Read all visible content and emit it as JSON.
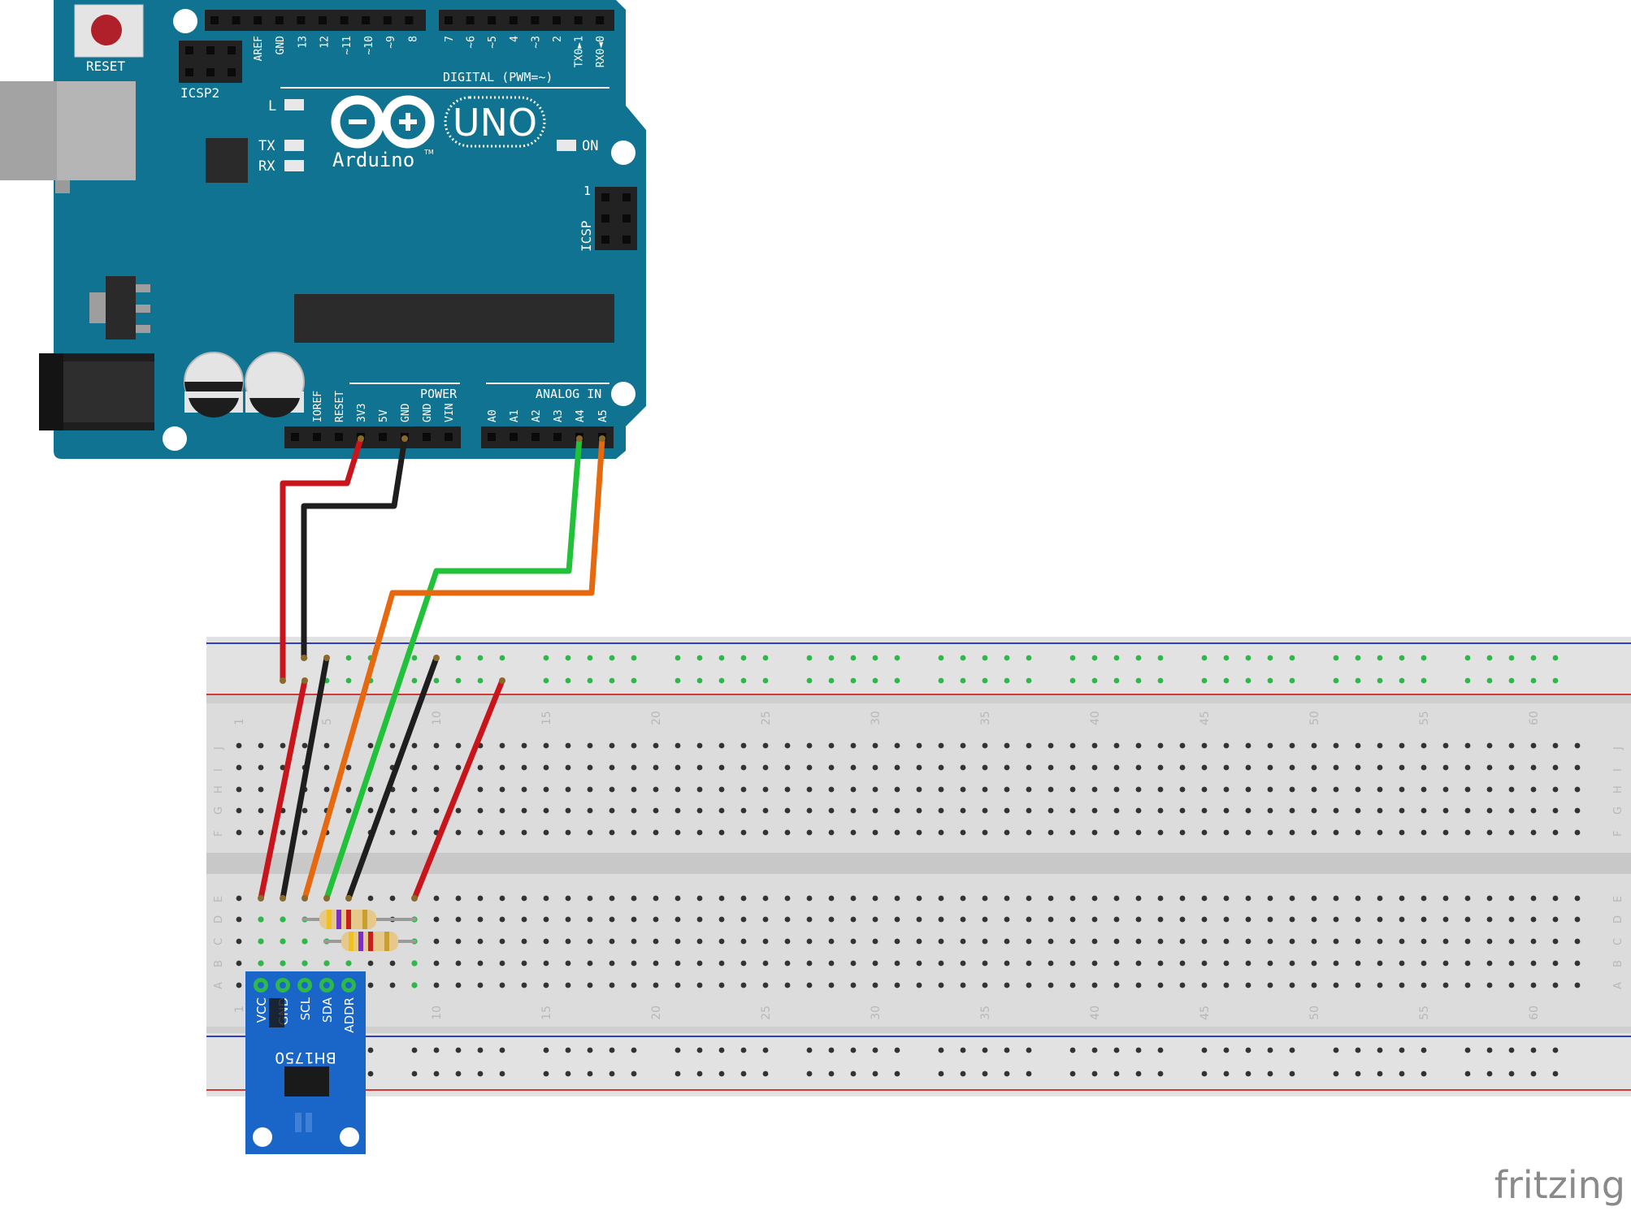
{
  "arduino": {
    "reset_label": "RESET",
    "icsp2_label": "ICSP2",
    "icsp_label": "ICSP",
    "icsp_pin1": "1",
    "digital_label": "DIGITAL (PWM=~)",
    "digital_pins": [
      "AREF",
      "GND",
      "13",
      "12",
      "~11",
      "~10",
      "~9",
      "8",
      "7",
      "~6",
      "~5",
      "4",
      "~3",
      "2",
      "TX0►1",
      "RX0◄0"
    ],
    "brand": "Arduino",
    "tm": "TM",
    "model": "UNO",
    "led_l": "L",
    "led_tx": "TX",
    "led_rx": "RX",
    "led_on": "ON",
    "power_label": "POWER",
    "power_pins": [
      "IOREF",
      "RESET",
      "3V3",
      "5V",
      "GND",
      "GND",
      "VIN"
    ],
    "analog_label": "ANALOG IN",
    "analog_pins": [
      "A0",
      "A1",
      "A2",
      "A3",
      "A4",
      "A5"
    ]
  },
  "breadboard": {
    "column_numbers": [
      "1",
      "5",
      "10",
      "15",
      "20",
      "25",
      "30",
      "35",
      "40",
      "45",
      "50",
      "55",
      "60"
    ],
    "top_rows": [
      "J",
      "I",
      "H",
      "G",
      "F"
    ],
    "bottom_rows": [
      "E",
      "D",
      "C",
      "B",
      "A"
    ]
  },
  "sensor": {
    "name": "BH1750",
    "pins": [
      "VCC",
      "GND",
      "SCL",
      "SDA",
      "ADDR"
    ]
  },
  "watermark": "fritzing",
  "colors": {
    "board": "#0f7391",
    "wire_red": "#c8141a",
    "wire_black": "#1e1e1e",
    "wire_green": "#21c23a",
    "wire_orange": "#e6680f",
    "rail_blue": "#2f3fc4",
    "rail_red": "#d23a3a"
  }
}
